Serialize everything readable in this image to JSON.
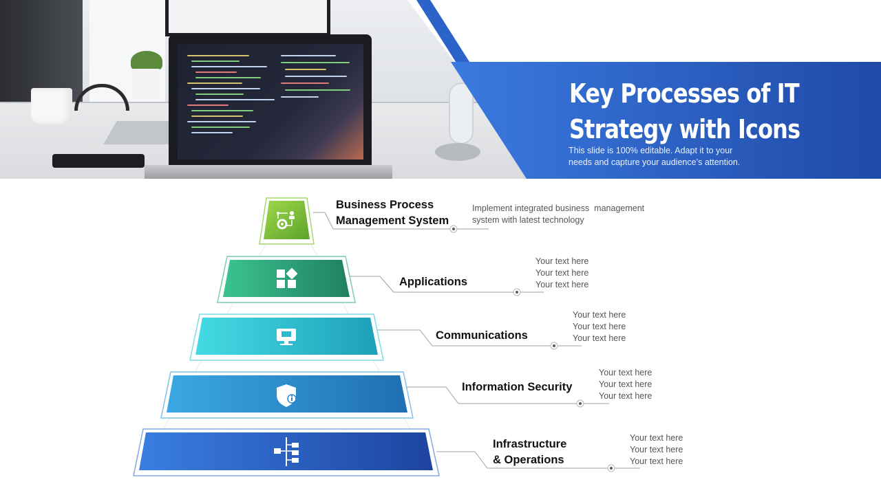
{
  "header": {
    "title_lines": [
      "Key Processes of IT",
      "Strategy with Icons"
    ],
    "subtitle_lines": [
      "This slide is 100% editable. Adapt it to your",
      "needs and capture your audience’s attention."
    ]
  },
  "levels": [
    {
      "label_lines": [
        "Business Process",
        "Management System"
      ],
      "description_lines": [
        "Implement integrated business  management",
        "system with latest technology"
      ],
      "icon": "gear-user-network-icon",
      "color": "#8cc63f"
    },
    {
      "label_lines": [
        "Applications"
      ],
      "description_lines": [
        "Your text here",
        "Your text here",
        "Your text here"
      ],
      "icon": "applications-grid-icon",
      "color": "#2f9e7a"
    },
    {
      "label_lines": [
        "Communications"
      ],
      "description_lines": [
        "Your text here",
        "Your text here",
        "Your text here"
      ],
      "icon": "monitor-chat-icon",
      "color": "#2fc4d6"
    },
    {
      "label_lines": [
        "Information Security"
      ],
      "description_lines": [
        "Your text here",
        "Your text here",
        "Your text here"
      ],
      "icon": "shield-info-icon",
      "color": "#2f8fd0"
    },
    {
      "label_lines": [
        "Infrastructure",
        "& Operations"
      ],
      "description_lines": [
        "Your text here",
        "Your text here",
        "Your text here"
      ],
      "icon": "hierarchy-network-icon",
      "color": "#2f5fc0"
    }
  ],
  "theme": {
    "accent": "#2a5ec4",
    "band_dark": "#2048a8"
  }
}
